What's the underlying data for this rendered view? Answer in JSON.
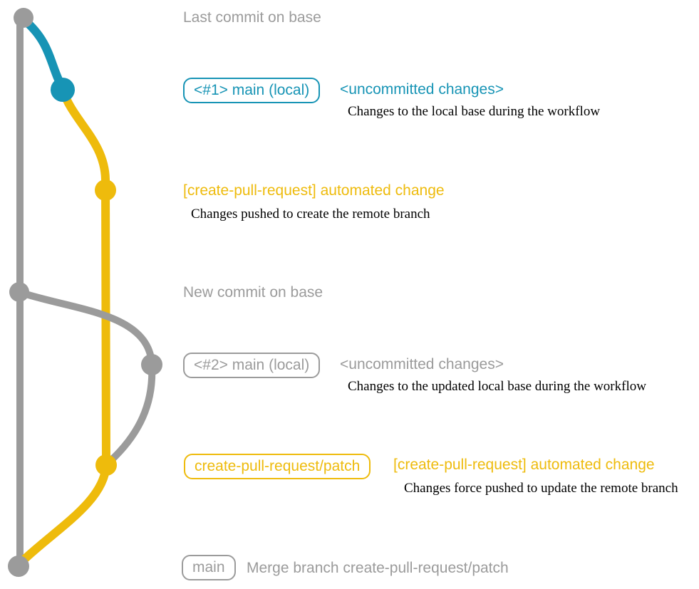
{
  "colors": {
    "gray": "#9b9b9b",
    "teal": "#1794b5",
    "yellow": "#eebb0c",
    "caption": "#000000",
    "background": "#ffffff"
  },
  "annotations": {
    "last_commit": "Last commit on base",
    "new_commit": "New commit on base",
    "row1": {
      "badge": "<#1> main (local)",
      "heading": "<uncommitted changes>",
      "caption": "Changes to the local base during the workflow"
    },
    "row2": {
      "heading": "[create-pull-request] automated change",
      "caption": "Changes pushed to create the remote branch"
    },
    "row3": {
      "badge": "<#2> main (local)",
      "heading": "<uncommitted changes>",
      "caption": "Changes to the updated local base during the workflow"
    },
    "row4": {
      "badge": "create-pull-request/patch",
      "heading": "[create-pull-request] automated change",
      "caption": "Changes force pushed to update the remote branch"
    },
    "row5": {
      "badge": "main",
      "heading": "Merge branch create-pull-request/patch"
    }
  },
  "graph": {
    "branches": [
      {
        "name": "base",
        "color": "gray"
      },
      {
        "name": "main (local)",
        "color": "teal"
      },
      {
        "name": "create-pull-request/patch",
        "color": "yellow"
      }
    ],
    "commits": [
      {
        "id": "last-commit-on-base",
        "branch": "base",
        "color": "gray"
      },
      {
        "id": "uncommitted-changes-1",
        "branch": "main (local)",
        "color": "teal"
      },
      {
        "id": "automated-change-1",
        "branch": "create-pull-request/patch",
        "color": "yellow"
      },
      {
        "id": "new-commit-on-base",
        "branch": "base",
        "color": "gray"
      },
      {
        "id": "uncommitted-changes-2",
        "branch": "main (local)",
        "color": "gray"
      },
      {
        "id": "automated-change-2",
        "branch": "create-pull-request/patch",
        "color": "yellow"
      },
      {
        "id": "merge-commit",
        "branch": "base",
        "color": "gray"
      }
    ]
  }
}
